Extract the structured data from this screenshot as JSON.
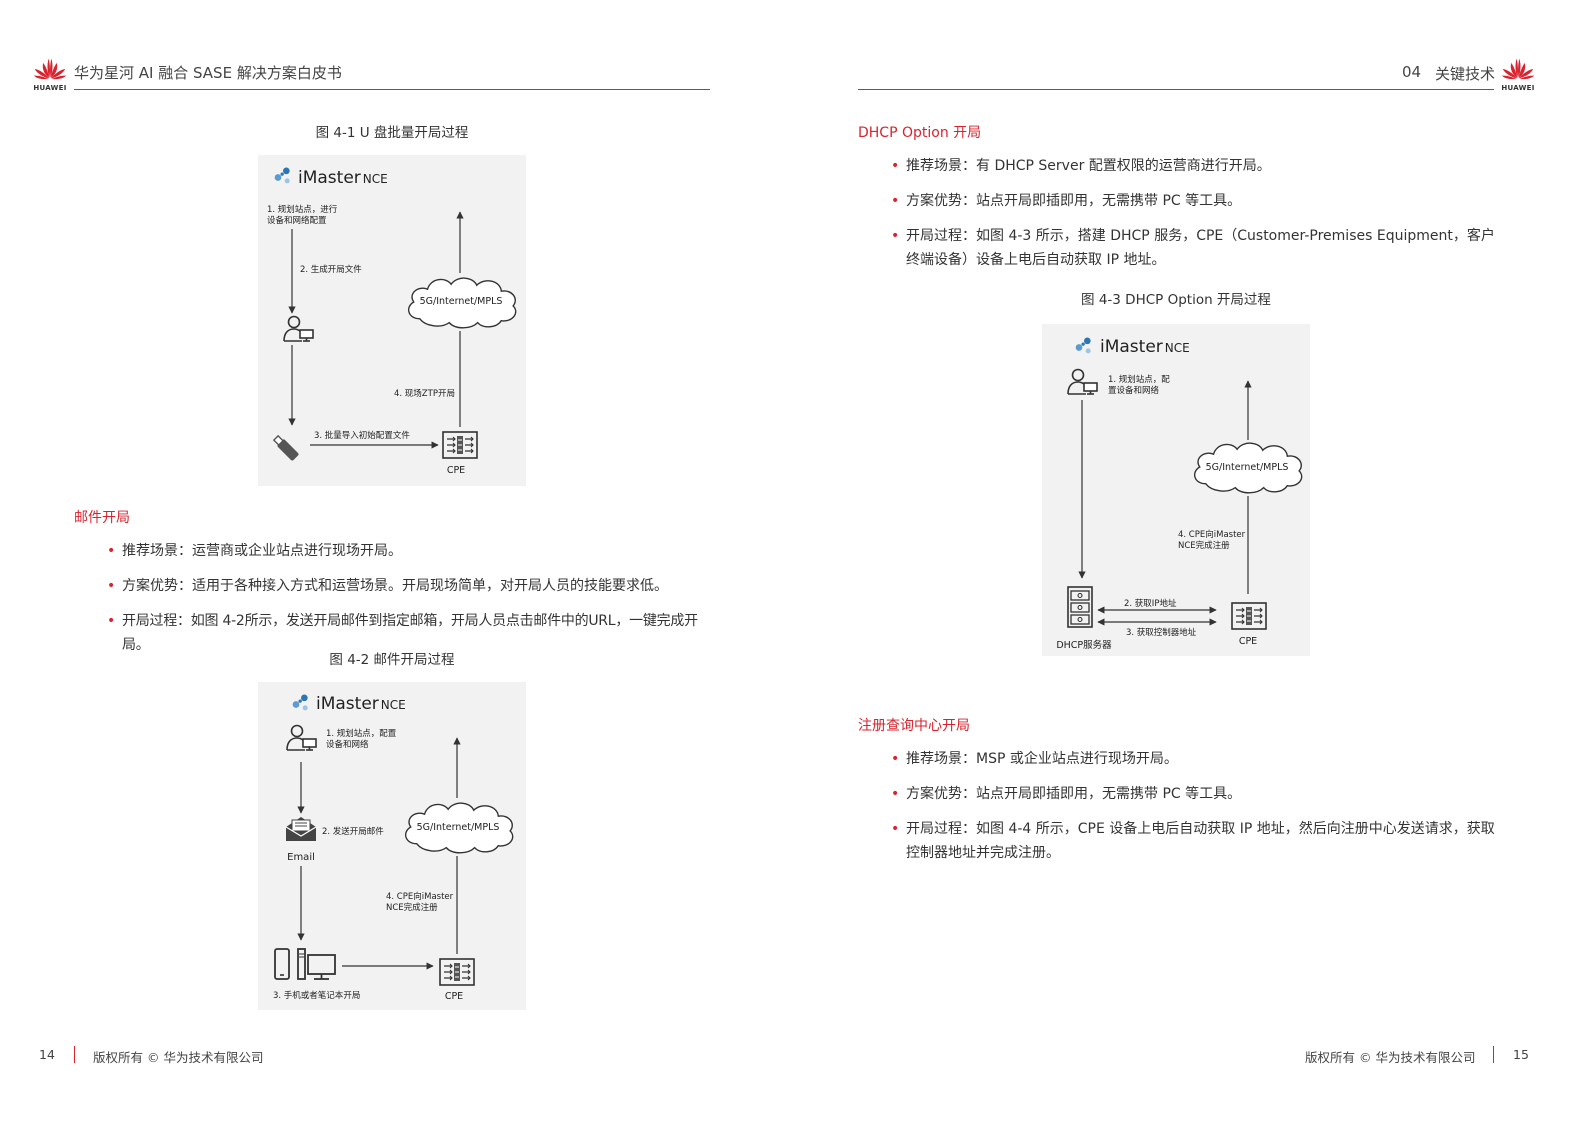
{
  "header": {
    "left_title": "华为星河 AI 融合 SASE 解决方案白皮书",
    "right_chapter": "04",
    "right_title": "关键技术",
    "logo_text": "HUAWEI",
    "brand_color": "#d9232e"
  },
  "left": {
    "fig1": {
      "caption": "图 4-1 U 盘批量开局过程",
      "brand_main": "iMaster",
      "brand_sub": "NCE",
      "step1_l1": "1. 规划站点，进行",
      "step1_l2": "设备和网络配置",
      "step2": "2. 生成开局文件",
      "cloud": "5G/Internet/MPLS",
      "step4": "4. 现场ZTP开局",
      "step3": "3. 批量导入初始配置文件",
      "cpe": "CPE"
    },
    "section": {
      "title": "邮件开局",
      "bullets": [
        "推荐场景：运营商或企业站点进行现场开局。",
        "方案优势：适用于各种接入方式和运营场景。开局现场简单，对开局人员的技能要求低。",
        "开局过程：如图 4-2所示，发送开局邮件到指定邮箱，开局人员点击邮件中的URL，一键完成开局。"
      ]
    },
    "fig2": {
      "caption": "图 4-2 邮件开局过程",
      "brand_main": "iMaster",
      "brand_sub": "NCE",
      "step1_l1": "1. 规划站点，配置",
      "step1_l2": "设备和网络",
      "step2": "2. 发送开局邮件",
      "email": "Email",
      "cloud": "5G/Internet/MPLS",
      "step4_l1": "4. CPE向iMaster",
      "step4_l2": "NCE完成注册",
      "step3": "3. 手机或者笔记本开局",
      "cpe": "CPE"
    }
  },
  "right": {
    "dhcp": {
      "title": "DHCP Option 开局",
      "bullets": [
        "推荐场景：有 DHCP Server 配置权限的运营商进行开局。",
        "方案优势：站点开局即插即用，无需携带 PC 等工具。",
        "开局过程：如图 4-3 所示，搭建 DHCP 服务，CPE（Customer-Premises Equipment，客户终端设备）设备上电后自动获取 IP 地址。"
      ]
    },
    "fig3": {
      "caption": "图 4-3 DHCP Option 开局过程",
      "brand_main": "iMaster",
      "brand_sub": "NCE",
      "step1_l1": "1. 规划站点，配",
      "step1_l2": "置设备和网络",
      "cloud": "5G/Internet/MPLS",
      "step4_l1": "4. CPE向iMaster",
      "step4_l2": "NCE完成注册",
      "step2": "2. 获取IP地址",
      "step3": "3. 获取控制器地址",
      "server": "DHCP服务器",
      "cpe": "CPE"
    },
    "registry": {
      "title": "注册查询中心开局",
      "bullets": [
        "推荐场景：MSP 或企业站点进行现场开局。",
        "方案优势：站点开局即插即用，无需携带 PC 等工具。",
        "开局过程：如图 4-4 所示，CPE 设备上电后自动获取 IP 地址，然后向注册中心发送请求，获取控制器地址并完成注册。"
      ]
    }
  },
  "footer": {
    "left_page": "14",
    "left_copyright": "版权所有 © 华为技术有限公司",
    "right_copyright": "版权所有 © 华为技术有限公司",
    "right_page": "15"
  }
}
